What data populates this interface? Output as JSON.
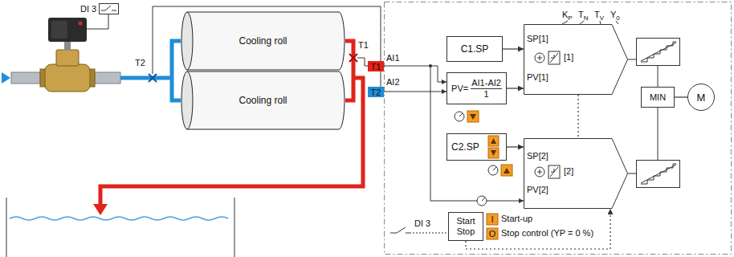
{
  "diagram": {
    "nodes": [
      {
        "text": [
          "Cooling roll"
        ]
      },
      {
        "text": [
          "Cooling roll"
        ]
      },
      {
        "text": [
          "C1.SP"
        ]
      },
      {
        "text": [
          "PV=",
          "AI1-AI2",
          "1"
        ]
      },
      {
        "text": [
          "SP[1]",
          "[1]",
          "PV[1]"
        ]
      },
      {
        "text": [
          "C2.SP"
        ]
      },
      {
        "text": [
          "SP[2]",
          "[2]",
          "PV[2]"
        ]
      },
      {
        "text": [
          "MIN"
        ]
      },
      {
        "text": [
          "M"
        ]
      },
      {
        "text": [
          "Start",
          "Stop"
        ]
      }
    ],
    "edges": [
      {
        "from": 2,
        "to": 4,
        "arrow": "to"
      },
      {
        "from": 3,
        "to": 4,
        "arrow": "to"
      },
      {
        "from": 5,
        "to": 6,
        "arrow": "to"
      },
      {
        "from": 7,
        "to": 8,
        "arrow": "none"
      },
      {
        "from": 9,
        "to": 6,
        "arrow": "to"
      },
      {
        "from": 4,
        "to": 6,
        "arrow": "none"
      }
    ],
    "labels": [
      "DI 3",
      "T2",
      "T1",
      "T1",
      "AI1",
      "T2",
      "AI2",
      "KP",
      "TN",
      "TV",
      "Y0",
      "I",
      "Start-up",
      "O",
      "Stop control (YP = 0 %)",
      "DI 3"
    ]
  }
}
